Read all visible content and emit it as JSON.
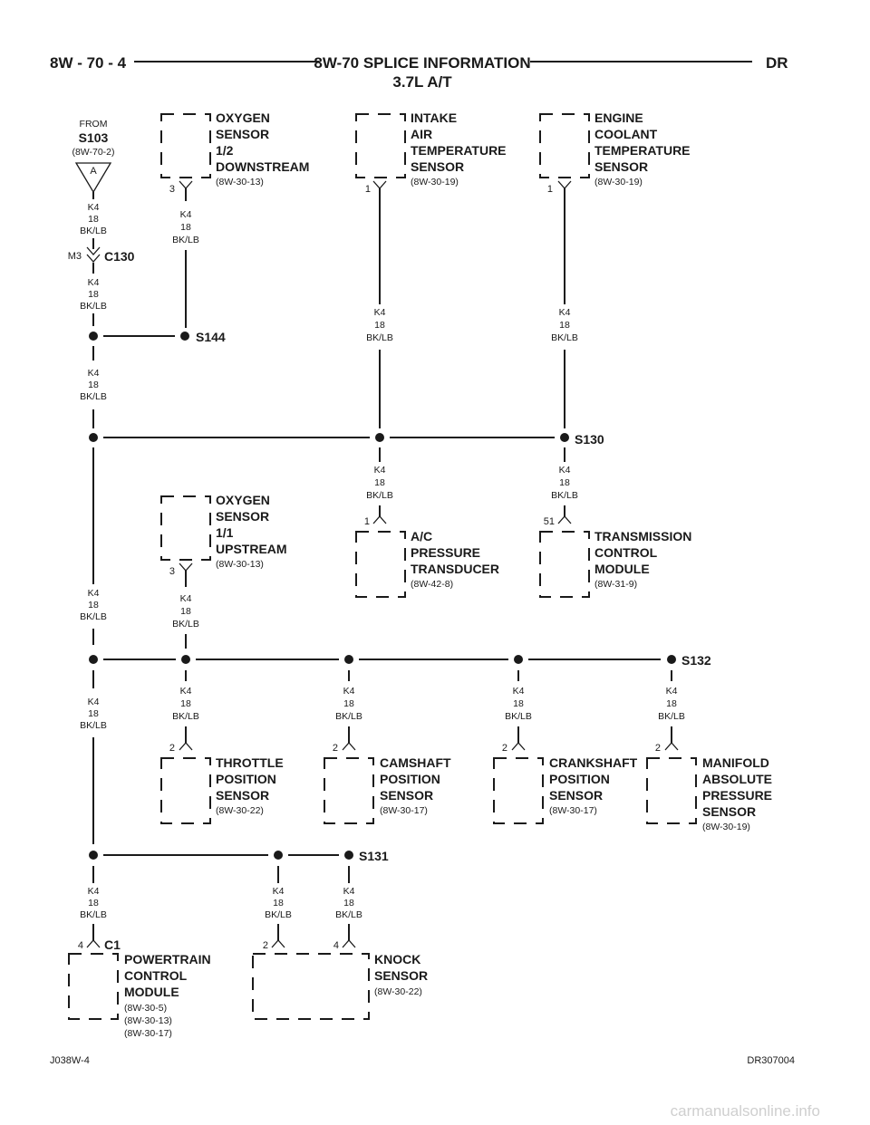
{
  "header": {
    "left": "8W - 70 - 4",
    "title": "8W-70 SPLICE INFORMATION",
    "subtitle": "3.7L A/T",
    "right": "DR"
  },
  "source": {
    "from": "FROM",
    "splice": "S103",
    "ref": "(8W-70-2)",
    "tag": "A"
  },
  "wire": {
    "circuit": "K4",
    "gauge": "18",
    "color": "BK/LB"
  },
  "connector_c130": {
    "pin": "M3",
    "name": "C130"
  },
  "splices": {
    "s144": "S144",
    "s130": "S130",
    "s132": "S132",
    "s131": "S131"
  },
  "components": {
    "o2_down": {
      "lines": [
        "OXYGEN",
        "SENSOR",
        "1/2",
        "DOWNSTREAM"
      ],
      "ref": "(8W-30-13)",
      "pin": "3"
    },
    "iat": {
      "lines": [
        "INTAKE",
        "AIR",
        "TEMPERATURE",
        "SENSOR"
      ],
      "ref": "(8W-30-19)",
      "pin": "1"
    },
    "ect": {
      "lines": [
        "ENGINE",
        "COOLANT",
        "TEMPERATURE",
        "SENSOR"
      ],
      "ref": "(8W-30-19)",
      "pin": "1"
    },
    "o2_up": {
      "lines": [
        "OXYGEN",
        "SENSOR",
        "1/1",
        "UPSTREAM"
      ],
      "ref": "(8W-30-13)",
      "pin": "3"
    },
    "ac": {
      "lines": [
        "A/C",
        "PRESSURE",
        "TRANSDUCER"
      ],
      "ref": "(8W-42-8)",
      "pin": "1"
    },
    "tcm": {
      "lines": [
        "TRANSMISSION",
        "CONTROL",
        "MODULE"
      ],
      "ref": "(8W-31-9)",
      "pin": "51"
    },
    "tps": {
      "lines": [
        "THROTTLE",
        "POSITION",
        "SENSOR"
      ],
      "ref": "(8W-30-22)",
      "pin": "2"
    },
    "cmp": {
      "lines": [
        "CAMSHAFT",
        "POSITION",
        "SENSOR"
      ],
      "ref": "(8W-30-17)",
      "pin": "2"
    },
    "ckp": {
      "lines": [
        "CRANKSHAFT",
        "POSITION",
        "SENSOR"
      ],
      "ref": "(8W-30-17)",
      "pin": "2"
    },
    "map": {
      "lines": [
        "MANIFOLD",
        "ABSOLUTE",
        "PRESSURE",
        "SENSOR"
      ],
      "ref": "(8W-30-19)",
      "pin": "2"
    },
    "pcm": {
      "lines": [
        "POWERTRAIN",
        "CONTROL",
        "MODULE"
      ],
      "refs": [
        "(8W-30-5)",
        "(8W-30-13)",
        "(8W-30-17)"
      ],
      "pin": "4",
      "connector": "C1"
    },
    "knock": {
      "lines": [
        "KNOCK",
        "SENSOR"
      ],
      "ref": "(8W-30-22)",
      "pins": [
        "2",
        "4"
      ]
    }
  },
  "footer": {
    "left": "J038W-4",
    "right": "DR307004"
  },
  "watermark": "carmanualsonline.info"
}
